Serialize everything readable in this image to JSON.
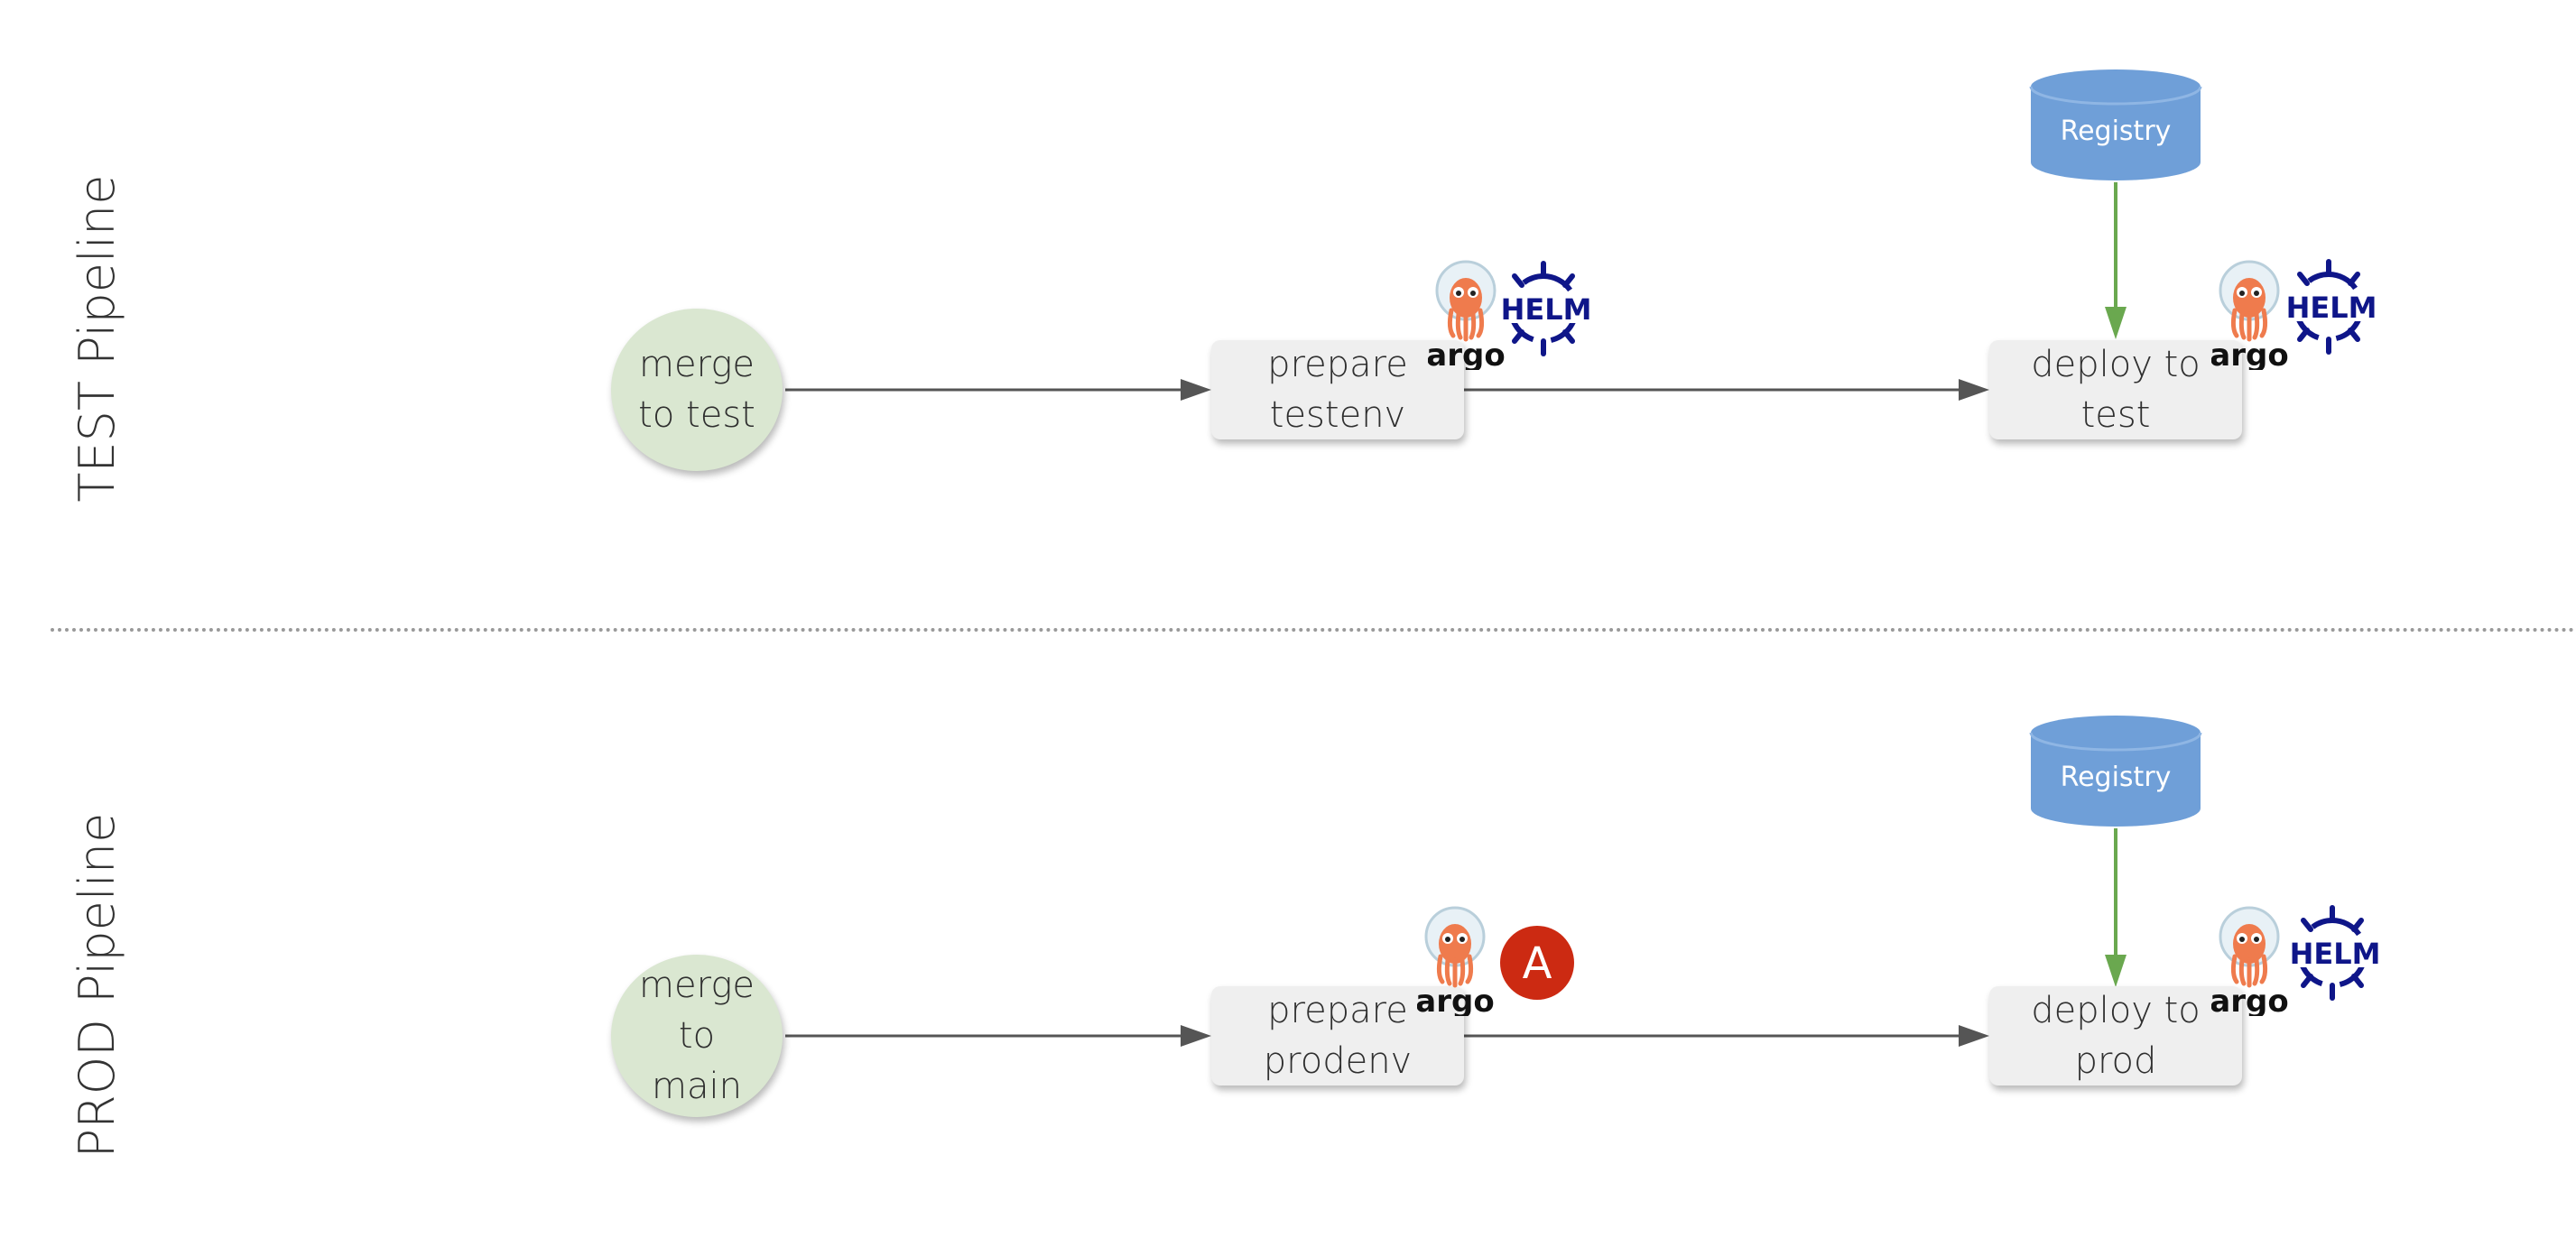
{
  "lanes": [
    {
      "label": "TEST Pipeline",
      "start": {
        "line1": "merge",
        "line2": "to test",
        "line3": ""
      },
      "prepare": {
        "line1": "prepare",
        "line2": "testenv"
      },
      "deploy": {
        "line1": "deploy to",
        "line2": "test"
      },
      "registry": "Registry",
      "prepare_tools": [
        "argo",
        "helm"
      ],
      "deploy_tools": [
        "argo",
        "helm"
      ]
    },
    {
      "label": "PROD Pipeline",
      "start": {
        "line1": "merge",
        "line2": "to",
        "line3": "main"
      },
      "prepare": {
        "line1": "prepare",
        "line2": "prodenv"
      },
      "deploy": {
        "line1": "deploy to",
        "line2": "prod"
      },
      "registry": "Registry",
      "prepare_tools": [
        "argo",
        "ansible"
      ],
      "deploy_tools": [
        "argo",
        "helm"
      ]
    }
  ],
  "logos": {
    "argo": "argo",
    "helm": "HELM",
    "ansible": "A"
  },
  "colors": {
    "start_fill": "#dae7d1",
    "task_fill": "#efefef",
    "registry_fill": "#6f9fd8",
    "arrow": "#555555",
    "registry_arrow": "#6aa84f",
    "helm": "#0f1689",
    "ansible": "#cc2a12",
    "argo": "#ef7b4d"
  }
}
